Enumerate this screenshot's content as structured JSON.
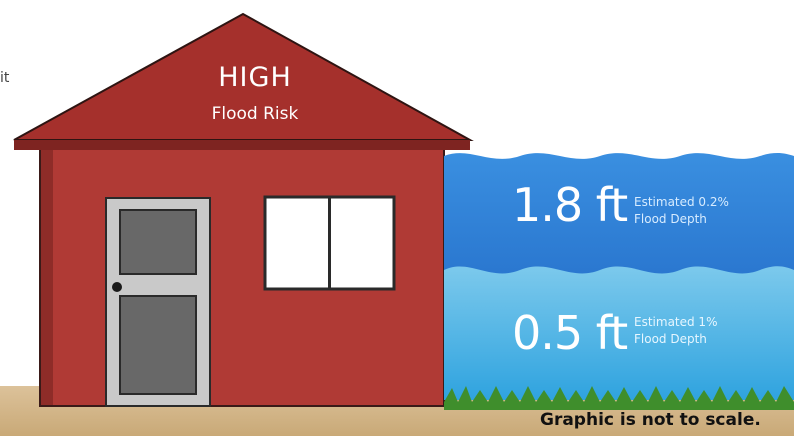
{
  "house": {
    "risk_level": "HIGH",
    "risk_label": "Flood Risk"
  },
  "depths": [
    {
      "value": "1.8 ft",
      "caption_line1": "Estimated 0.2%",
      "caption_line2": "Flood Depth"
    },
    {
      "value": "0.5 ft",
      "caption_line1": "Estimated 1%",
      "caption_line2": "Flood Depth"
    }
  ],
  "note": "Graphic is not to scale.",
  "cut_text": "it",
  "colors": {
    "house_wall": "#b03a35",
    "roof": "#a5302c",
    "water_deep": "#1e6ec9",
    "water_shallow": "#4fb6e6",
    "ground": "#d2b58c",
    "grass": "#3f8e2c",
    "door": "#c8c8c8",
    "door_panel": "#6b6b6b"
  }
}
